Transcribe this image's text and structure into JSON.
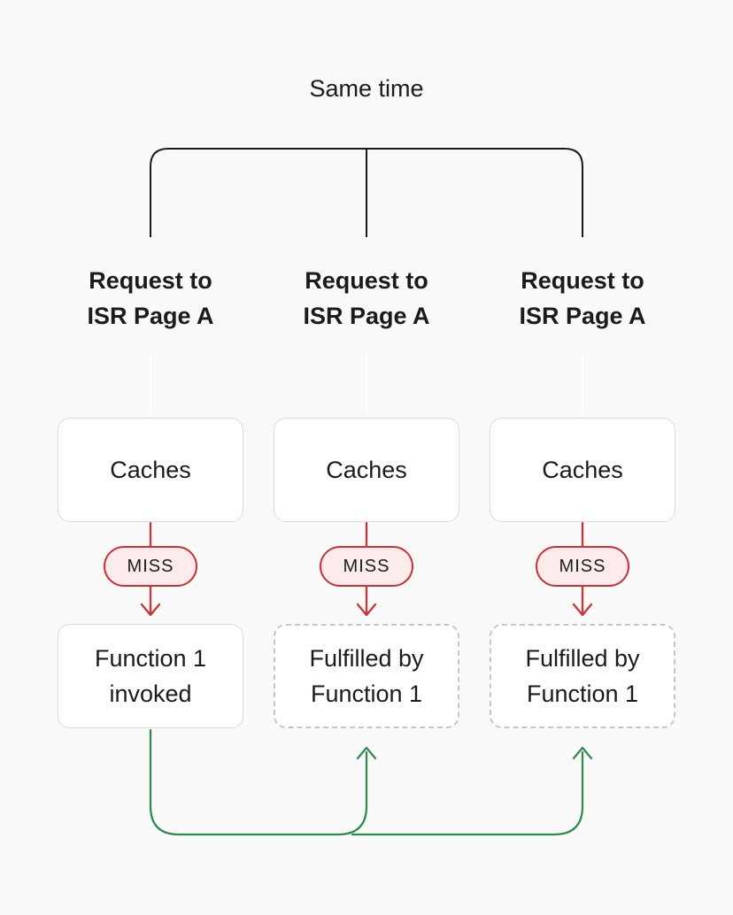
{
  "title": "Same time",
  "colors": {
    "background": "#f9f9f9",
    "box_fill": "#ffffff",
    "box_border": "#dadada",
    "dashed_border": "#c6c6c6",
    "text": "#1b1b1b",
    "line": "#1a1a1a",
    "red": "#cb3236",
    "red_fill": "#fbeceb",
    "green": "#2e8b4e",
    "faint_connector": "#ffffff"
  },
  "columns": [
    {
      "request_label": "Request to\nISR Page A",
      "cache_label": "Caches",
      "miss_label": "MISS",
      "result_label": "Function 1\ninvoked",
      "result_style": "solid"
    },
    {
      "request_label": "Request to\nISR Page A",
      "cache_label": "Caches",
      "miss_label": "MISS",
      "result_label": "Fulfilled by\nFunction 1",
      "result_style": "dashed"
    },
    {
      "request_label": "Request to\nISR Page A",
      "cache_label": "Caches",
      "miss_label": "MISS",
      "result_label": "Fulfilled by\nFunction 1",
      "result_style": "dashed"
    }
  ]
}
